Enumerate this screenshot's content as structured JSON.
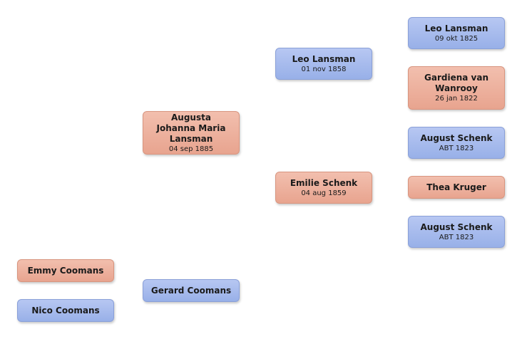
{
  "people": {
    "leo_lansman_1825": {
      "name": "Leo Lansman",
      "date": "09 okt 1825"
    },
    "gardiena_van_wanrooy": {
      "name": "Gardiena van Wanrooy",
      "date": "26 jan 1822"
    },
    "august_schenk_a": {
      "name": "August Schenk",
      "date": "ABT 1823"
    },
    "thea_kruger": {
      "name": "Thea Kruger"
    },
    "august_schenk_b": {
      "name": "August Schenk",
      "date": "ABT 1823"
    },
    "leo_lansman_1858": {
      "name": "Leo Lansman",
      "date": "01 nov 1858"
    },
    "emilie_schenk": {
      "name": "Emilie Schenk",
      "date": "04 aug 1859"
    },
    "augusta_lansman": {
      "name": "Augusta Johanna Maria Lansman",
      "date": "04 sep 1885"
    },
    "gerard_coomans": {
      "name": "Gerard Coomans"
    },
    "emmy_coomans": {
      "name": "Emmy Coomans"
    },
    "nico_coomans": {
      "name": "Nico Coomans"
    }
  },
  "colors": {
    "male": "#a8bcee",
    "female": "#eeb29e"
  }
}
